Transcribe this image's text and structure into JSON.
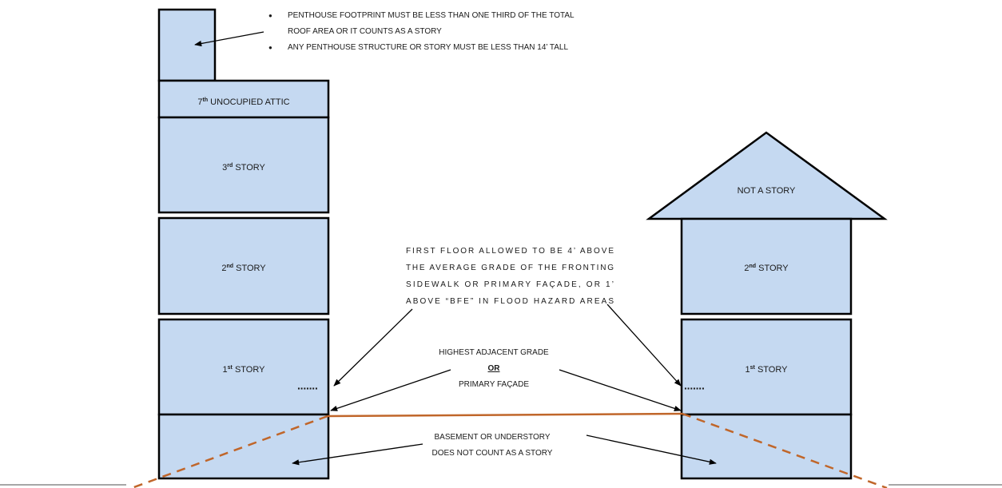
{
  "notes": {
    "items": [
      "PENTHOUSE FOOTPRINT MUST BE LESS THAN ONE THIRD OF THE TOTAL ROOF AREA OR IT COUNTS AS A STORY",
      "ANY PENTHOUSE STRUCTURE OR STORY MUST BE LESS THAN 14’ TALL"
    ],
    "item1_line1": "PENTHOUSE FOOTPRINT MUST BE LESS THAN ONE THIRD OF THE TOTAL",
    "item1_line2": "ROOF AREA OR IT COUNTS AS A STORY",
    "item2": "ANY PENTHOUSE STRUCTURE OR STORY MUST BE LESS THAN 14’ TALL",
    "bullet": "●"
  },
  "left_building": {
    "attic": {
      "num": "7",
      "sup": "th",
      "text": " UNOCUPIED ATTIC"
    },
    "story3": {
      "num": "3",
      "sup": "rd",
      "text": " STORY"
    },
    "story2": {
      "num": "2",
      "sup": "nd",
      "text": " STORY"
    },
    "story1": {
      "num": "1",
      "sup": "st",
      "text": " STORY"
    }
  },
  "right_building": {
    "roof": "NOT A STORY",
    "story2": {
      "num": "2",
      "sup": "nd",
      "text": " STORY"
    },
    "story1": {
      "num": "1",
      "sup": "st",
      "text": " STORY"
    }
  },
  "first_floor_note": {
    "lines": [
      "FIRST FLOOR ALLOWED TO BE  4’ ABOVE",
      "THE AVERAGE GRADE OF THE FRONTING",
      "SIDEWALK OR PRIMARY FAÇADE, OR 1’",
      "ABOVE “BFE” IN FLOOD HAZARD AREAS"
    ]
  },
  "grade_note": {
    "line1": "HIGHEST ADJACENT GRADE",
    "or": "OR",
    "line3": "PRIMARY FAÇADE"
  },
  "basement_note": {
    "line1": "BASEMENT OR UNDERSTORY",
    "line2": "DOES NOT COUNT AS A STORY"
  },
  "dots": "·······",
  "colors": {
    "fill": "#c5d9f1",
    "grade_line": "#c0662a",
    "ground": "#a6a6a6"
  }
}
